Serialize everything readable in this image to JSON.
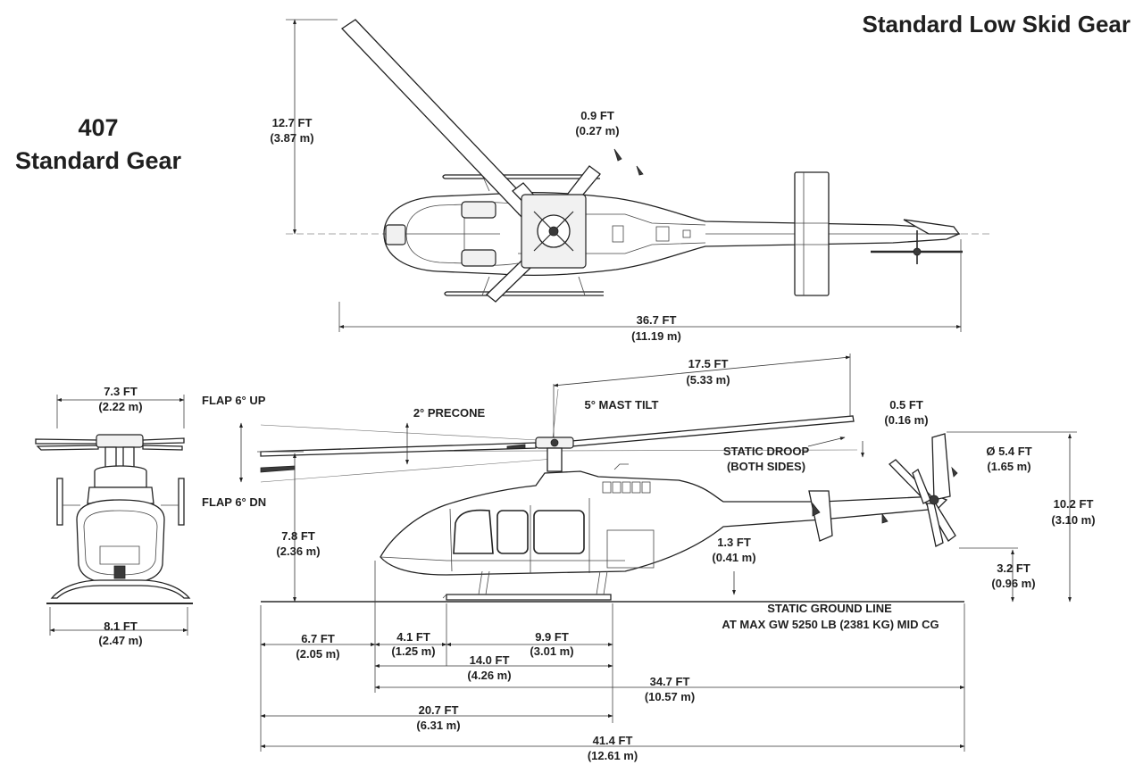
{
  "title": "Standard Low Skid Gear",
  "model": {
    "number": "407",
    "gear": "Standard Gear"
  },
  "plan_view": {
    "height": {
      "ft": "12.7 FT",
      "m": "(3.87 m)"
    },
    "blade_offset": {
      "ft": "0.9 FT",
      "m": "(0.27 m)"
    },
    "overall_length": {
      "ft": "36.7 FT",
      "m": "(11.19 m)"
    }
  },
  "front_view": {
    "rotor_hub_width": {
      "ft": "7.3 FT",
      "m": "(2.22 m)"
    },
    "skid_width": {
      "ft": "8.1 FT",
      "m": "(2.47 m)"
    },
    "flap_up": "FLAP 6° UP",
    "flap_down": "FLAP 6° DN"
  },
  "side_view": {
    "precone": "2° PRECONE",
    "mast_tilt": "5° MAST TILT",
    "rotor_radius": {
      "ft": "17.5 FT",
      "m": "(5.33 m)"
    },
    "tail_clearance": {
      "ft": "0.5 FT",
      "m": "(0.16 m)"
    },
    "static_droop": "STATIC DROOP",
    "both_sides": "(BOTH SIDES)",
    "tail_rotor_dia": {
      "ft": "Ø 5.4 FT",
      "m": "(1.65 m)"
    },
    "overall_height": {
      "ft": "10.2 FT",
      "m": "(3.10 m)"
    },
    "rotor_height": {
      "ft": "7.8 FT",
      "m": "(2.36 m)"
    },
    "belly_clearance": {
      "ft": "1.3 FT",
      "m": "(0.41 m)"
    },
    "tail_rotor_clearance": {
      "ft": "3.2 FT",
      "m": "(0.96 m)"
    },
    "ground_line": "STATIC GROUND LINE",
    "ground_line_note": "AT MAX GW 5250 LB (2381 KG) MID CG",
    "dim_6_7": {
      "ft": "6.7 FT",
      "m": "(2.05 m)"
    },
    "dim_4_1": {
      "ft": "4.1 FT",
      "m": "(1.25 m)"
    },
    "dim_9_9": {
      "ft": "9.9 FT",
      "m": "(3.01 m)"
    },
    "dim_14_0": {
      "ft": "14.0 FT",
      "m": "(4.26 m)"
    },
    "dim_34_7": {
      "ft": "34.7 FT",
      "m": "(10.57 m)"
    },
    "dim_20_7": {
      "ft": "20.7 FT",
      "m": "(6.31 m)"
    },
    "dim_41_4": {
      "ft": "41.4 FT",
      "m": "(12.61 m)"
    }
  }
}
